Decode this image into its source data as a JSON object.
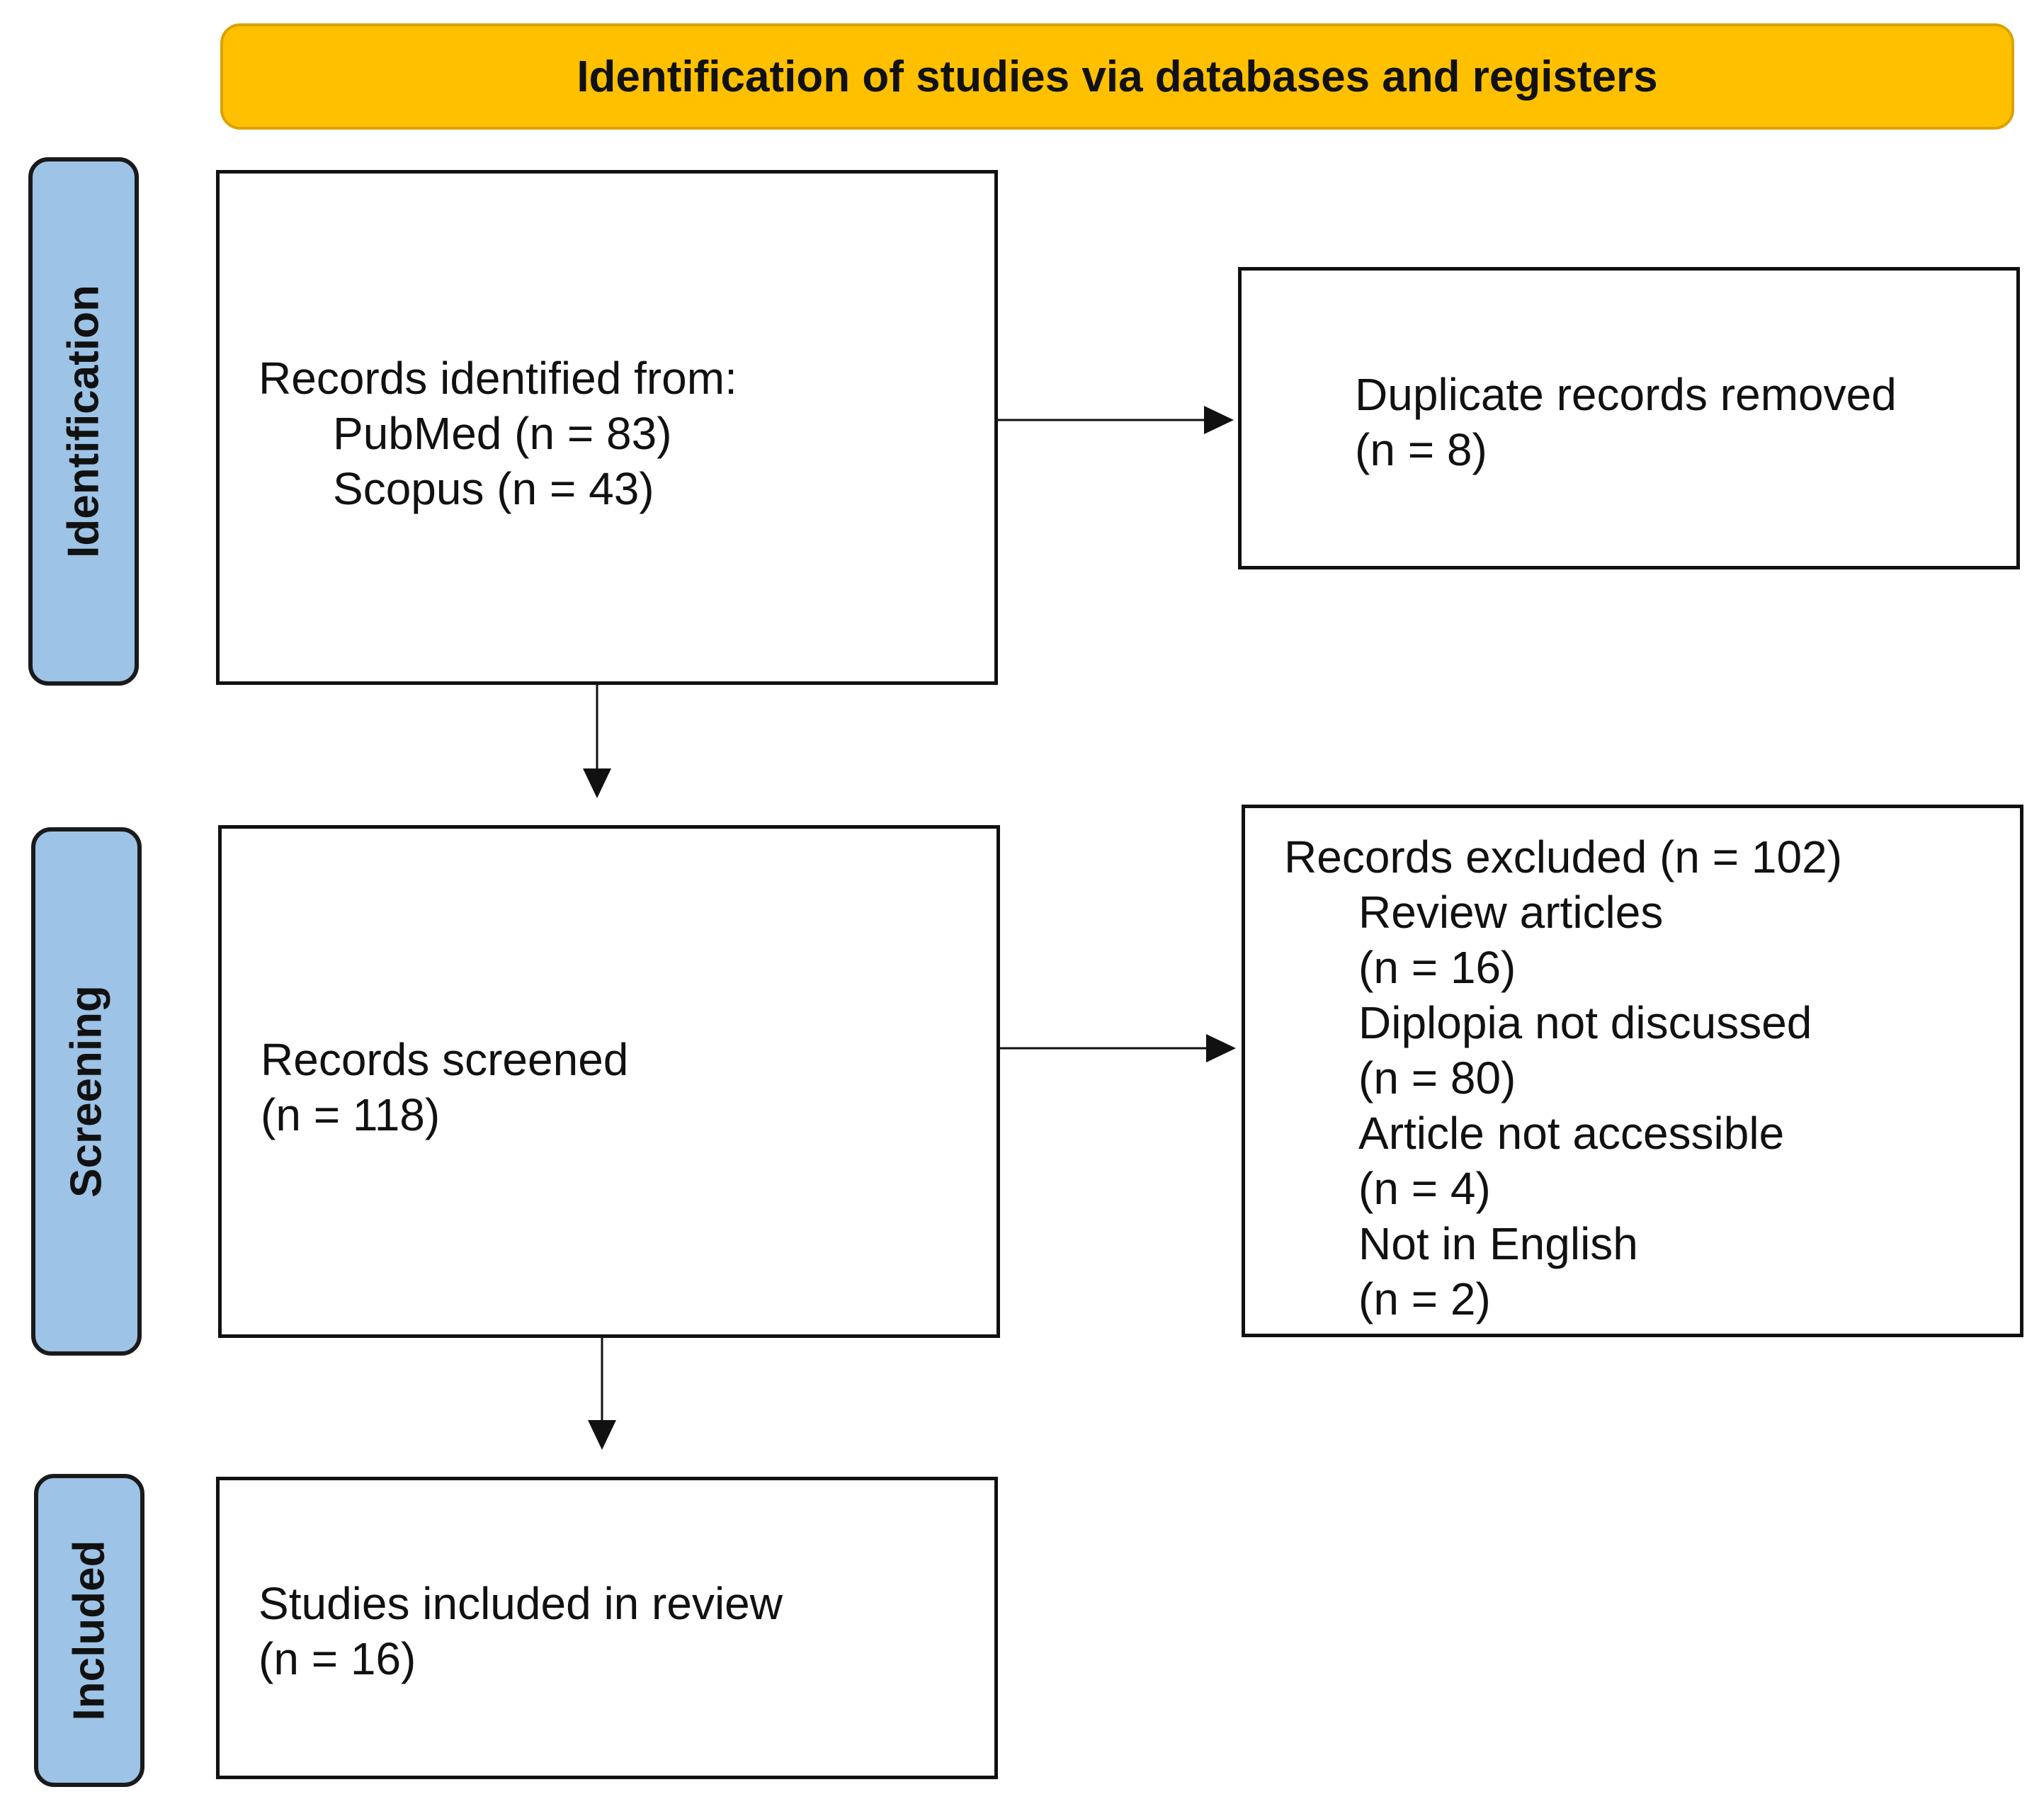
{
  "banner": {
    "title": "Identification of studies via databases and registers"
  },
  "phases": {
    "identification": "Identification",
    "screening": "Screening",
    "included": "Included"
  },
  "records_identified": {
    "heading": "Records identified from:",
    "sources": [
      "PubMed (n = 83)",
      "Scopus (n = 43)"
    ]
  },
  "duplicates_removed": {
    "label": "Duplicate records removed",
    "count": "(n = 8)"
  },
  "records_screened": {
    "label": "Records screened",
    "count": "(n = 118)"
  },
  "records_excluded": {
    "heading": "Records excluded (n = 102)",
    "reasons": [
      {
        "label": "Review articles",
        "count": "(n = 16)"
      },
      {
        "label": "Diplopia not discussed",
        "count": "(n = 80)"
      },
      {
        "label": "Article not accessible",
        "count": "(n = 4)"
      },
      {
        "label": "Not in English",
        "count": "(n = 2)"
      }
    ]
  },
  "studies_included": {
    "label": "Studies included in review",
    "count": "(n = 16)"
  }
}
